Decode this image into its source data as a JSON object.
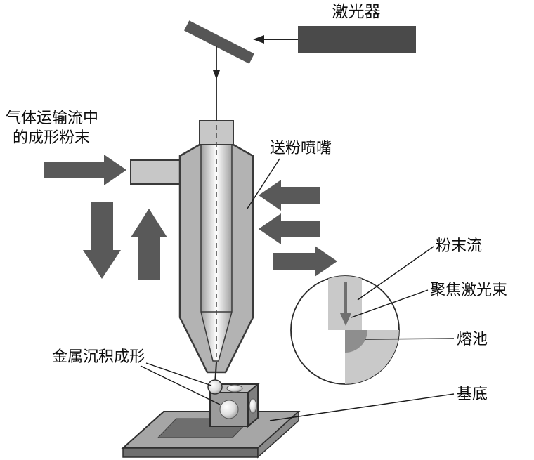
{
  "labels": {
    "laser": "激光器",
    "powder_line1": "气体运输流中",
    "powder_line2": "的成形粉末",
    "nozzle": "送粉喷嘴",
    "powder_flow": "粉末流",
    "focused_beam": "聚焦激光束",
    "melt_pool": "熔池",
    "deposit": "金属沉积成形",
    "substrate": "基底"
  },
  "colors": {
    "background": "#ffffff",
    "arrow": "#595959",
    "laser_box": "#4a4a4a",
    "mirror": "#565656",
    "nozzle_body": "#b3b3b3",
    "nozzle_collar": "#c7c7c7",
    "nozzle_inner_light": "#f2f2f2",
    "inset_light": "#c9c9c9",
    "melt_pool": "#8e8e8e",
    "plate": "#a6a6a6",
    "pad": "#6e6e6e",
    "cube": "#9c9c9c",
    "leader_line": "#1a1a1a"
  }
}
